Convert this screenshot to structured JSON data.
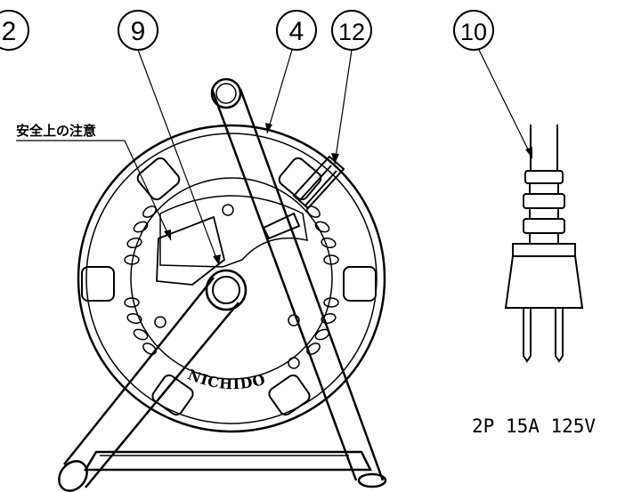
{
  "callouts": {
    "c2": "2",
    "c9": "9",
    "c4": "4",
    "c12": "12",
    "c10": "10"
  },
  "labels": {
    "safety_caution": "安全上の注意",
    "brand": "NICHIDO",
    "plug_spec": "2P 15A 125V"
  }
}
